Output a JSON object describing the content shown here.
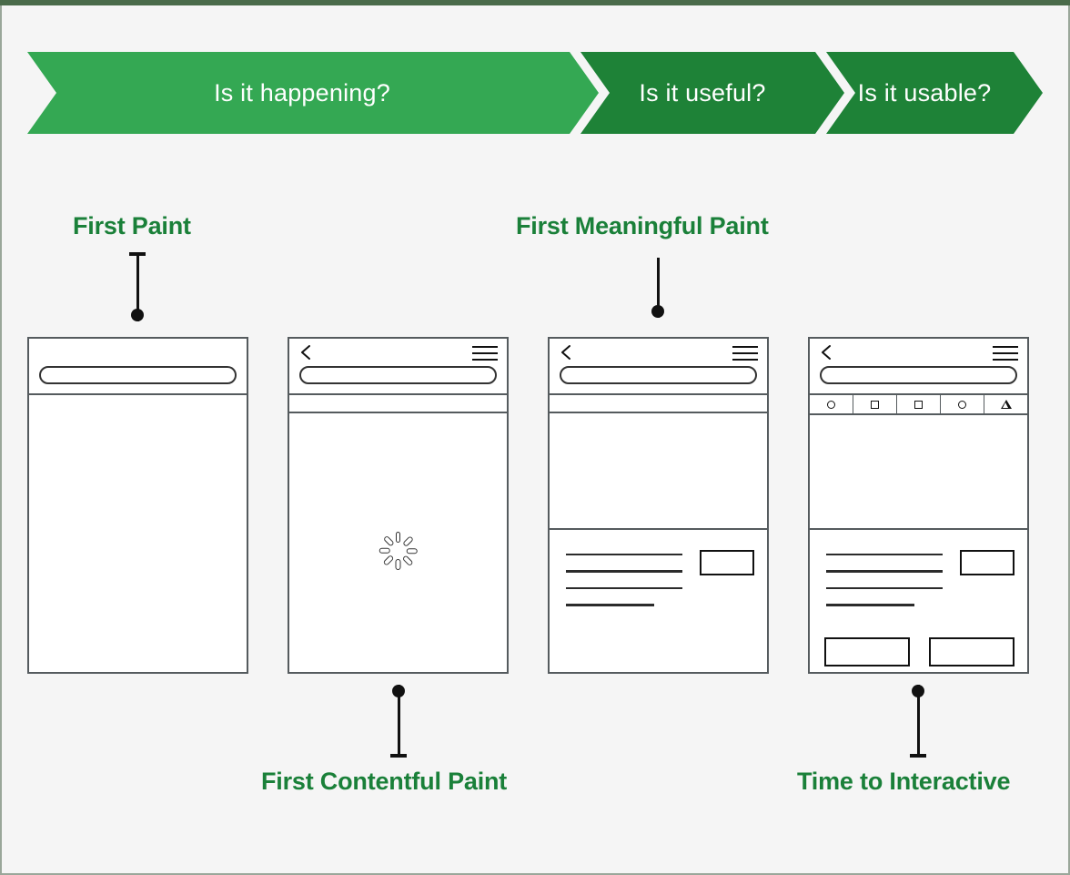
{
  "theme": {
    "accent_green_light": "#34a853",
    "accent_green_dark": "#1e8237",
    "label_green": "#1a8039",
    "page_background": "#f5f5f5",
    "outline": "#555b5e"
  },
  "banner": {
    "steps": [
      {
        "label": "Is it happening?",
        "color": "#34a853"
      },
      {
        "label": "Is it useful?",
        "color": "#1e8237"
      },
      {
        "label": "Is it usable?",
        "color": "#1e8237"
      }
    ]
  },
  "metrics": [
    {
      "id": "first-paint",
      "label": "First Paint",
      "position": "above"
    },
    {
      "id": "first-contentful-paint",
      "label": "First Contentful Paint",
      "position": "below"
    },
    {
      "id": "first-meaningful-paint",
      "label": "First Meaningful Paint",
      "position": "above"
    },
    {
      "id": "time-to-interactive",
      "label": "Time to Interactive",
      "position": "below"
    }
  ],
  "phones": [
    {
      "id": "phone-first-paint",
      "has_back_chevron": false,
      "has_hamburger": false,
      "has_url_pill": true,
      "secondary_bar": "none",
      "content": "empty"
    },
    {
      "id": "phone-first-contentful-paint",
      "has_back_chevron": true,
      "has_hamburger": true,
      "has_url_pill": true,
      "secondary_bar": "thin",
      "content": "spinner",
      "spinner_segments": 8
    },
    {
      "id": "phone-first-meaningful-paint",
      "has_back_chevron": true,
      "has_hamburger": true,
      "has_url_pill": true,
      "secondary_bar": "thin",
      "content": "text-and-image",
      "text_lines": 4,
      "image_boxes": 1,
      "buttons": 0
    },
    {
      "id": "phone-time-to-interactive",
      "has_back_chevron": true,
      "has_hamburger": true,
      "has_url_pill": true,
      "secondary_bar": "icons",
      "toolbar_icons": [
        "circle-icon",
        "square-icon",
        "square-icon",
        "circle-icon",
        "triangle-icon"
      ],
      "content": "text-image-and-buttons",
      "text_lines": 4,
      "image_boxes": 1,
      "buttons": 2
    }
  ]
}
